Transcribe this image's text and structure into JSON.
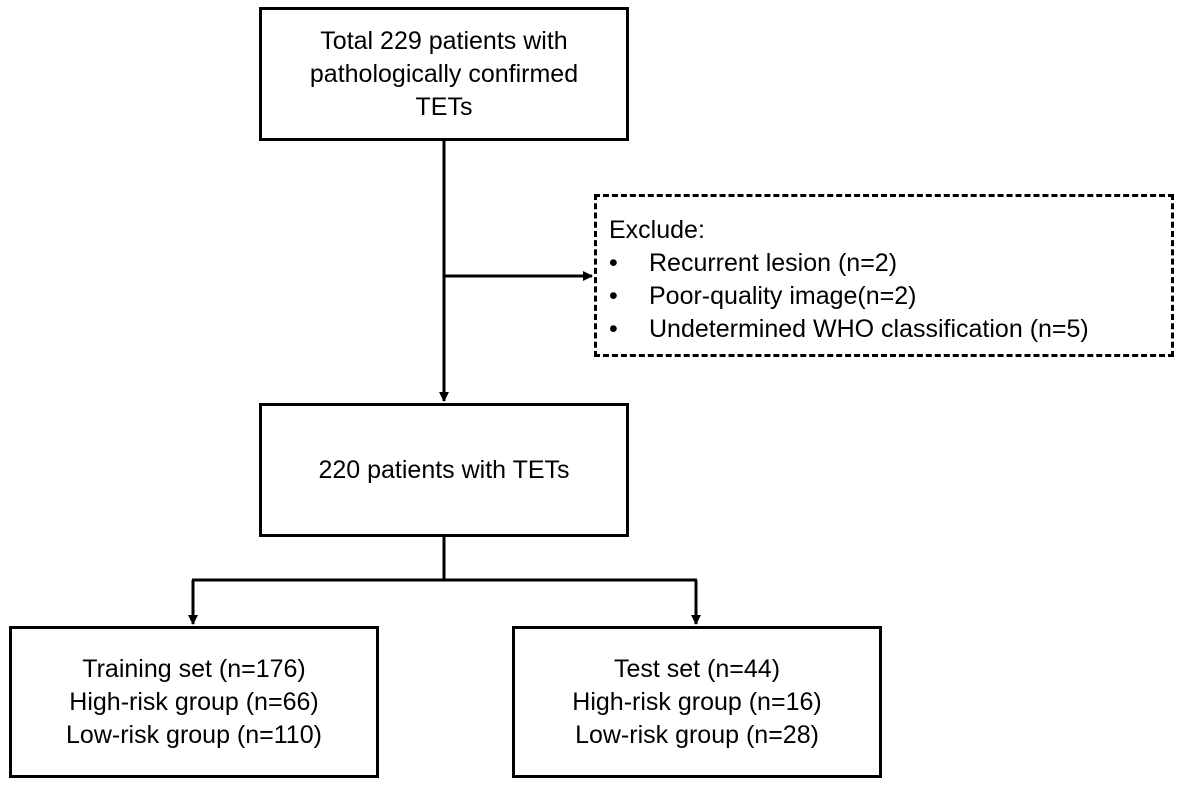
{
  "total_box": {
    "lines": [
      "Total 229 patients with",
      "pathologically confirmed",
      "TETs"
    ]
  },
  "exclusion_box": {
    "title": "Exclude:",
    "bullet": "•",
    "items": [
      "Recurrent lesion (n=2)",
      "Poor-quality image(n=2)",
      "Undetermined WHO classification (n=5)"
    ]
  },
  "eligible_box": {
    "lines": [
      "220 patients with TETs"
    ]
  },
  "training_box": {
    "lines": [
      "Training set (n=176)",
      "High-risk group (n=66)",
      "Low-risk group (n=110)"
    ]
  },
  "test_box": {
    "lines": [
      "Test set (n=44)",
      "High-risk group (n=16)",
      "Low-risk group (n=28)"
    ]
  },
  "colors": {
    "line": "#000000",
    "background": "#ffffff"
  }
}
